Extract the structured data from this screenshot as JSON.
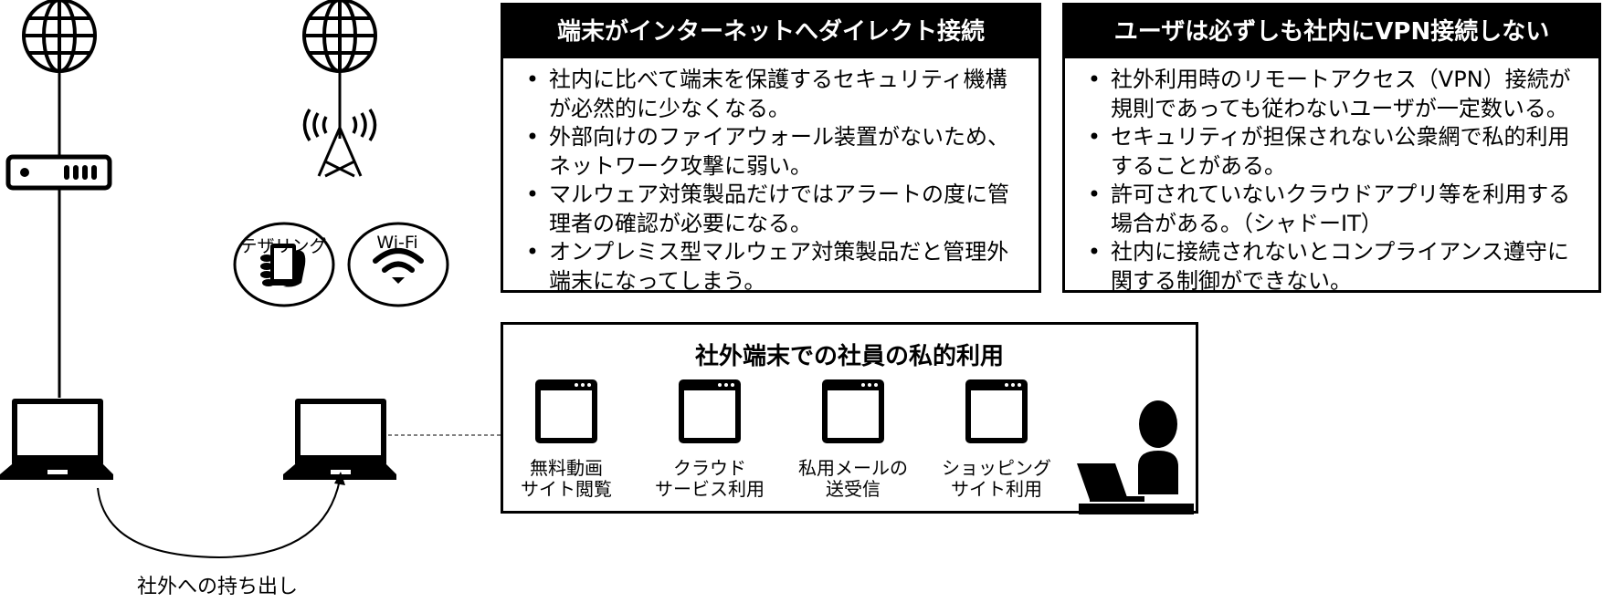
{
  "left_diagram": {
    "tethering_label": "テザリング",
    "wifi_label": "Wi-Fi",
    "carry_out_label": "社外への持ち出し"
  },
  "box_direct": {
    "title": "端末がインターネットへダイレクト接続",
    "items": [
      {
        "text": "社内に比べて端末を保護するセキュリティ機構\nが必然的に少なくなる。"
      },
      {
        "text": "外部向けのファイアウォール装置がないため、\nネットワーク攻撃に弱い。"
      },
      {
        "text": "マルウェア対策製品だけではアラートの度に管\n理者の確認が必要になる。"
      },
      {
        "text": "オンプレミス型マルウェア対策製品だと管理外\n端末になってしまう。"
      }
    ]
  },
  "box_vpn": {
    "title": "ユーザは必ずしも社内にVPN接続しない",
    "items": [
      {
        "text": "社外利用時のリモートアクセス（VPN）接続が\n規則であっても従わないユーザが一定数いる。"
      },
      {
        "text": "セキュリティが担保されない公衆網で私的利用\nすることがある。"
      },
      {
        "text": "許可されていないクラウドアプリ等を利用する\n場合がある。（シャドーIT）"
      },
      {
        "text": "社内に接続されないとコンプライアンス遵守に\n関する制御ができない。"
      }
    ]
  },
  "box_private": {
    "title": "社外端末での社員の私的利用",
    "apps": [
      {
        "label": "無料動画\nサイト閲覧"
      },
      {
        "label": "クラウド\nサービス利用"
      },
      {
        "label": "私用メールの\n送受信"
      },
      {
        "label": "ショッピング\nサイト利用"
      }
    ]
  },
  "bullet": "•"
}
